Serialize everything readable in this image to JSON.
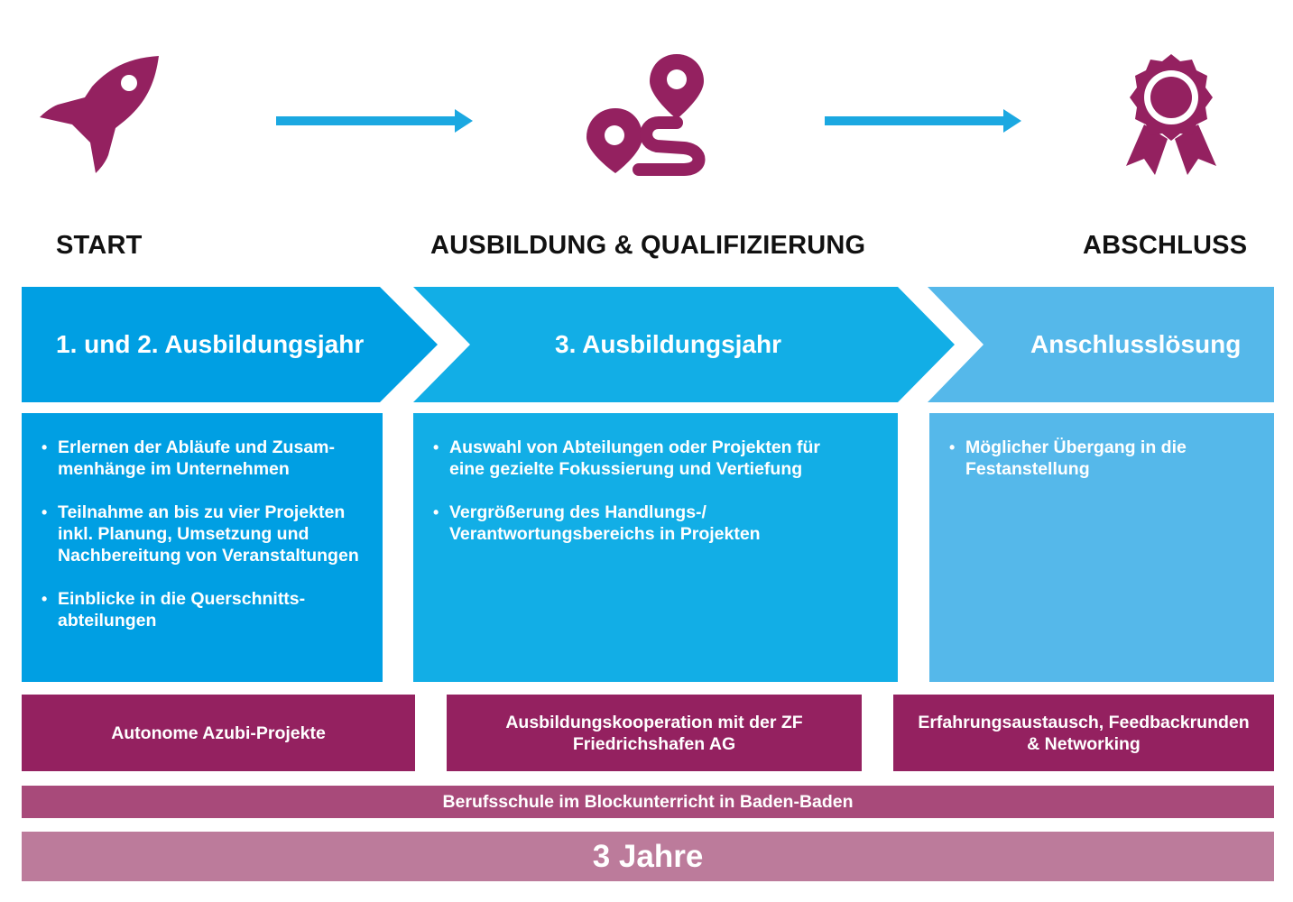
{
  "colors": {
    "icon_purple": "#942160",
    "arrow_blue": "#1ba8e1",
    "banner_1": "#009fe3",
    "banner_2": "#12aee6",
    "banner_3": "#55b8ea",
    "purple_box": "#942160",
    "school_band": "#a84a7a",
    "duration_band": "#bc7b9b"
  },
  "icons": [
    "rocket-icon",
    "route-icon",
    "award-ribbon-icon"
  ],
  "stages": {
    "start": "START",
    "middle": "AUSBILDUNG & QUALIFIZIERUNG",
    "end": "ABSCHLUSS"
  },
  "banners": {
    "phase1": "1. und 2. Ausbildungsjahr",
    "phase2": "3. Ausbildungsjahr",
    "phase3": "Anschlusslösung"
  },
  "phase1_items": [
    "Erlernen der Abläufe und Zusam­menhänge im Unternehmen",
    "Teilnahme an bis zu vier Projek­ten inkl. Planung, Umsetzung und Nachbereitung von Veranstal­tungen",
    "Einblicke in die Querschnitts­abteilungen"
  ],
  "phase2_items": [
    "Auswahl von Abteilungen oder Projekten für eine gezielte Fokussierung und Vertiefung",
    "Vergrößerung des Handlungs-/ Verantwortungsbereichs in Projekten"
  ],
  "phase3_items": [
    "Möglicher Übergang in die Festanstellung"
  ],
  "programs": {
    "p1": "Autonome Azubi-Projekte",
    "p2": "Ausbildungskooperation mit der ZF Friedrichshafen AG",
    "p3": "Erfahrungsaustausch, Feedbackrunden & Networking"
  },
  "school": "Berufsschule im Blockunterricht in Baden-Baden",
  "duration": "3 Jahre"
}
